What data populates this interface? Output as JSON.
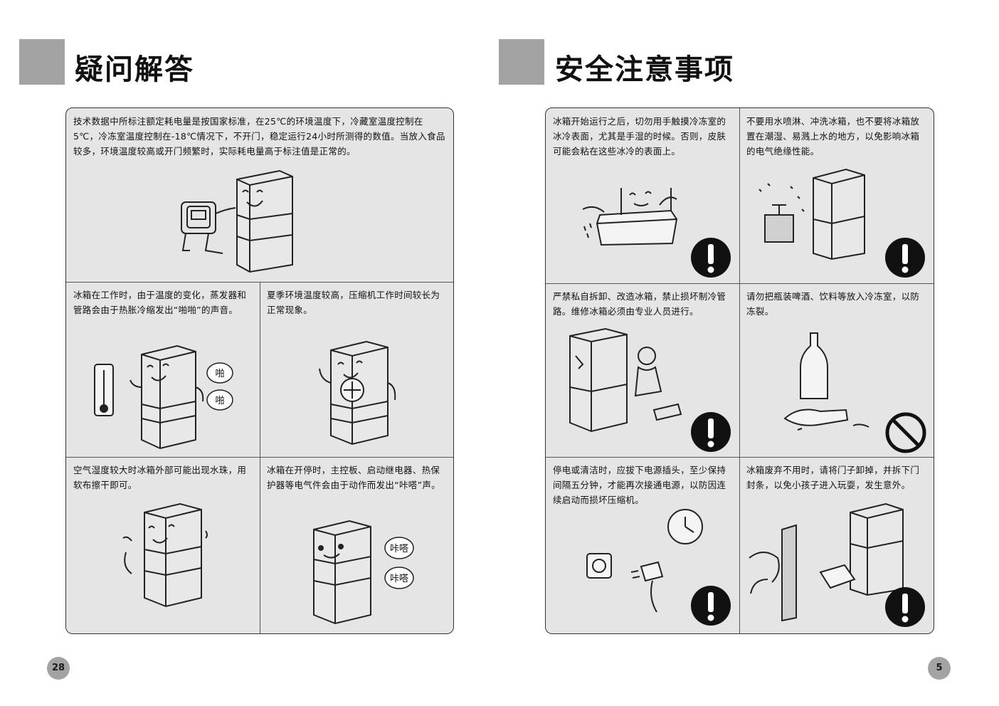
{
  "left_page": {
    "title": "疑问解答",
    "page_number": "28",
    "cells": [
      {
        "text": "技术数据中所标注额定耗电量是按国家标准，在25℃的环境温度下，冷藏室温度控制在5℃，冷冻室温度控制在-18℃情况下，不开门，稳定运行24小时所测得的数值。当放入食品较多，环境温度较高或开门频繁时，实际耗电量高于标注值是正常的。"
      },
      {
        "text": "冰箱在工作时，由于温度的变化，蒸发器和管路会由于热胀冷缩发出“啪啪”的声音。",
        "bubble": "啪"
      },
      {
        "text": "夏季环境温度较高，压缩机工作时间较长为正常现象。"
      },
      {
        "text": "空气湿度较大时冰箱外部可能出现水珠，用软布擦干即可。"
      },
      {
        "text": "冰箱在开停时，主控板、启动继电器、热保护器等电气件会由于动作而发出“咔嗒”声。",
        "bubble": "咔嗒"
      }
    ]
  },
  "right_page": {
    "title": "安全注意事项",
    "page_number": "5",
    "cells": [
      {
        "text": "冰箱开始运行之后，切勿用手触摸冷冻室的冰冷表面，尤其是手湿的时候。否则，皮肤可能会粘在这些冰冷的表面上。",
        "icon": "exclamation-icon"
      },
      {
        "text": "不要用水喷淋、冲洗冰箱，也不要将冰箱放置在潮湿、易溅上水的地方，以免影响冰箱的电气绝缘性能。",
        "icon": "exclamation-icon"
      },
      {
        "text": "严禁私自拆卸、改造冰箱，禁止损坏制冷管路。维修冰箱必须由专业人员进行。",
        "icon": "exclamation-icon"
      },
      {
        "text": "请勿把瓶装啤酒、饮料等放入冷冻室，以防冻裂。",
        "icon": "prohibition-icon"
      },
      {
        "text": "停电或清洁时，应拔下电源插头，至少保持间隔五分钟，才能再次接通电源，以防因连续启动而损坏压缩机。",
        "icon": "exclamation-icon"
      },
      {
        "text": "冰箱废弃不用时，请将门子卸掉，并拆下门封条，以免小孩子进入玩耍，发生意外。",
        "icon": "exclamation-icon"
      }
    ]
  },
  "colors": {
    "header_block": "#a3a3a3",
    "panel_bg": "#e5e5e5",
    "icon_fill": "#111111"
  }
}
